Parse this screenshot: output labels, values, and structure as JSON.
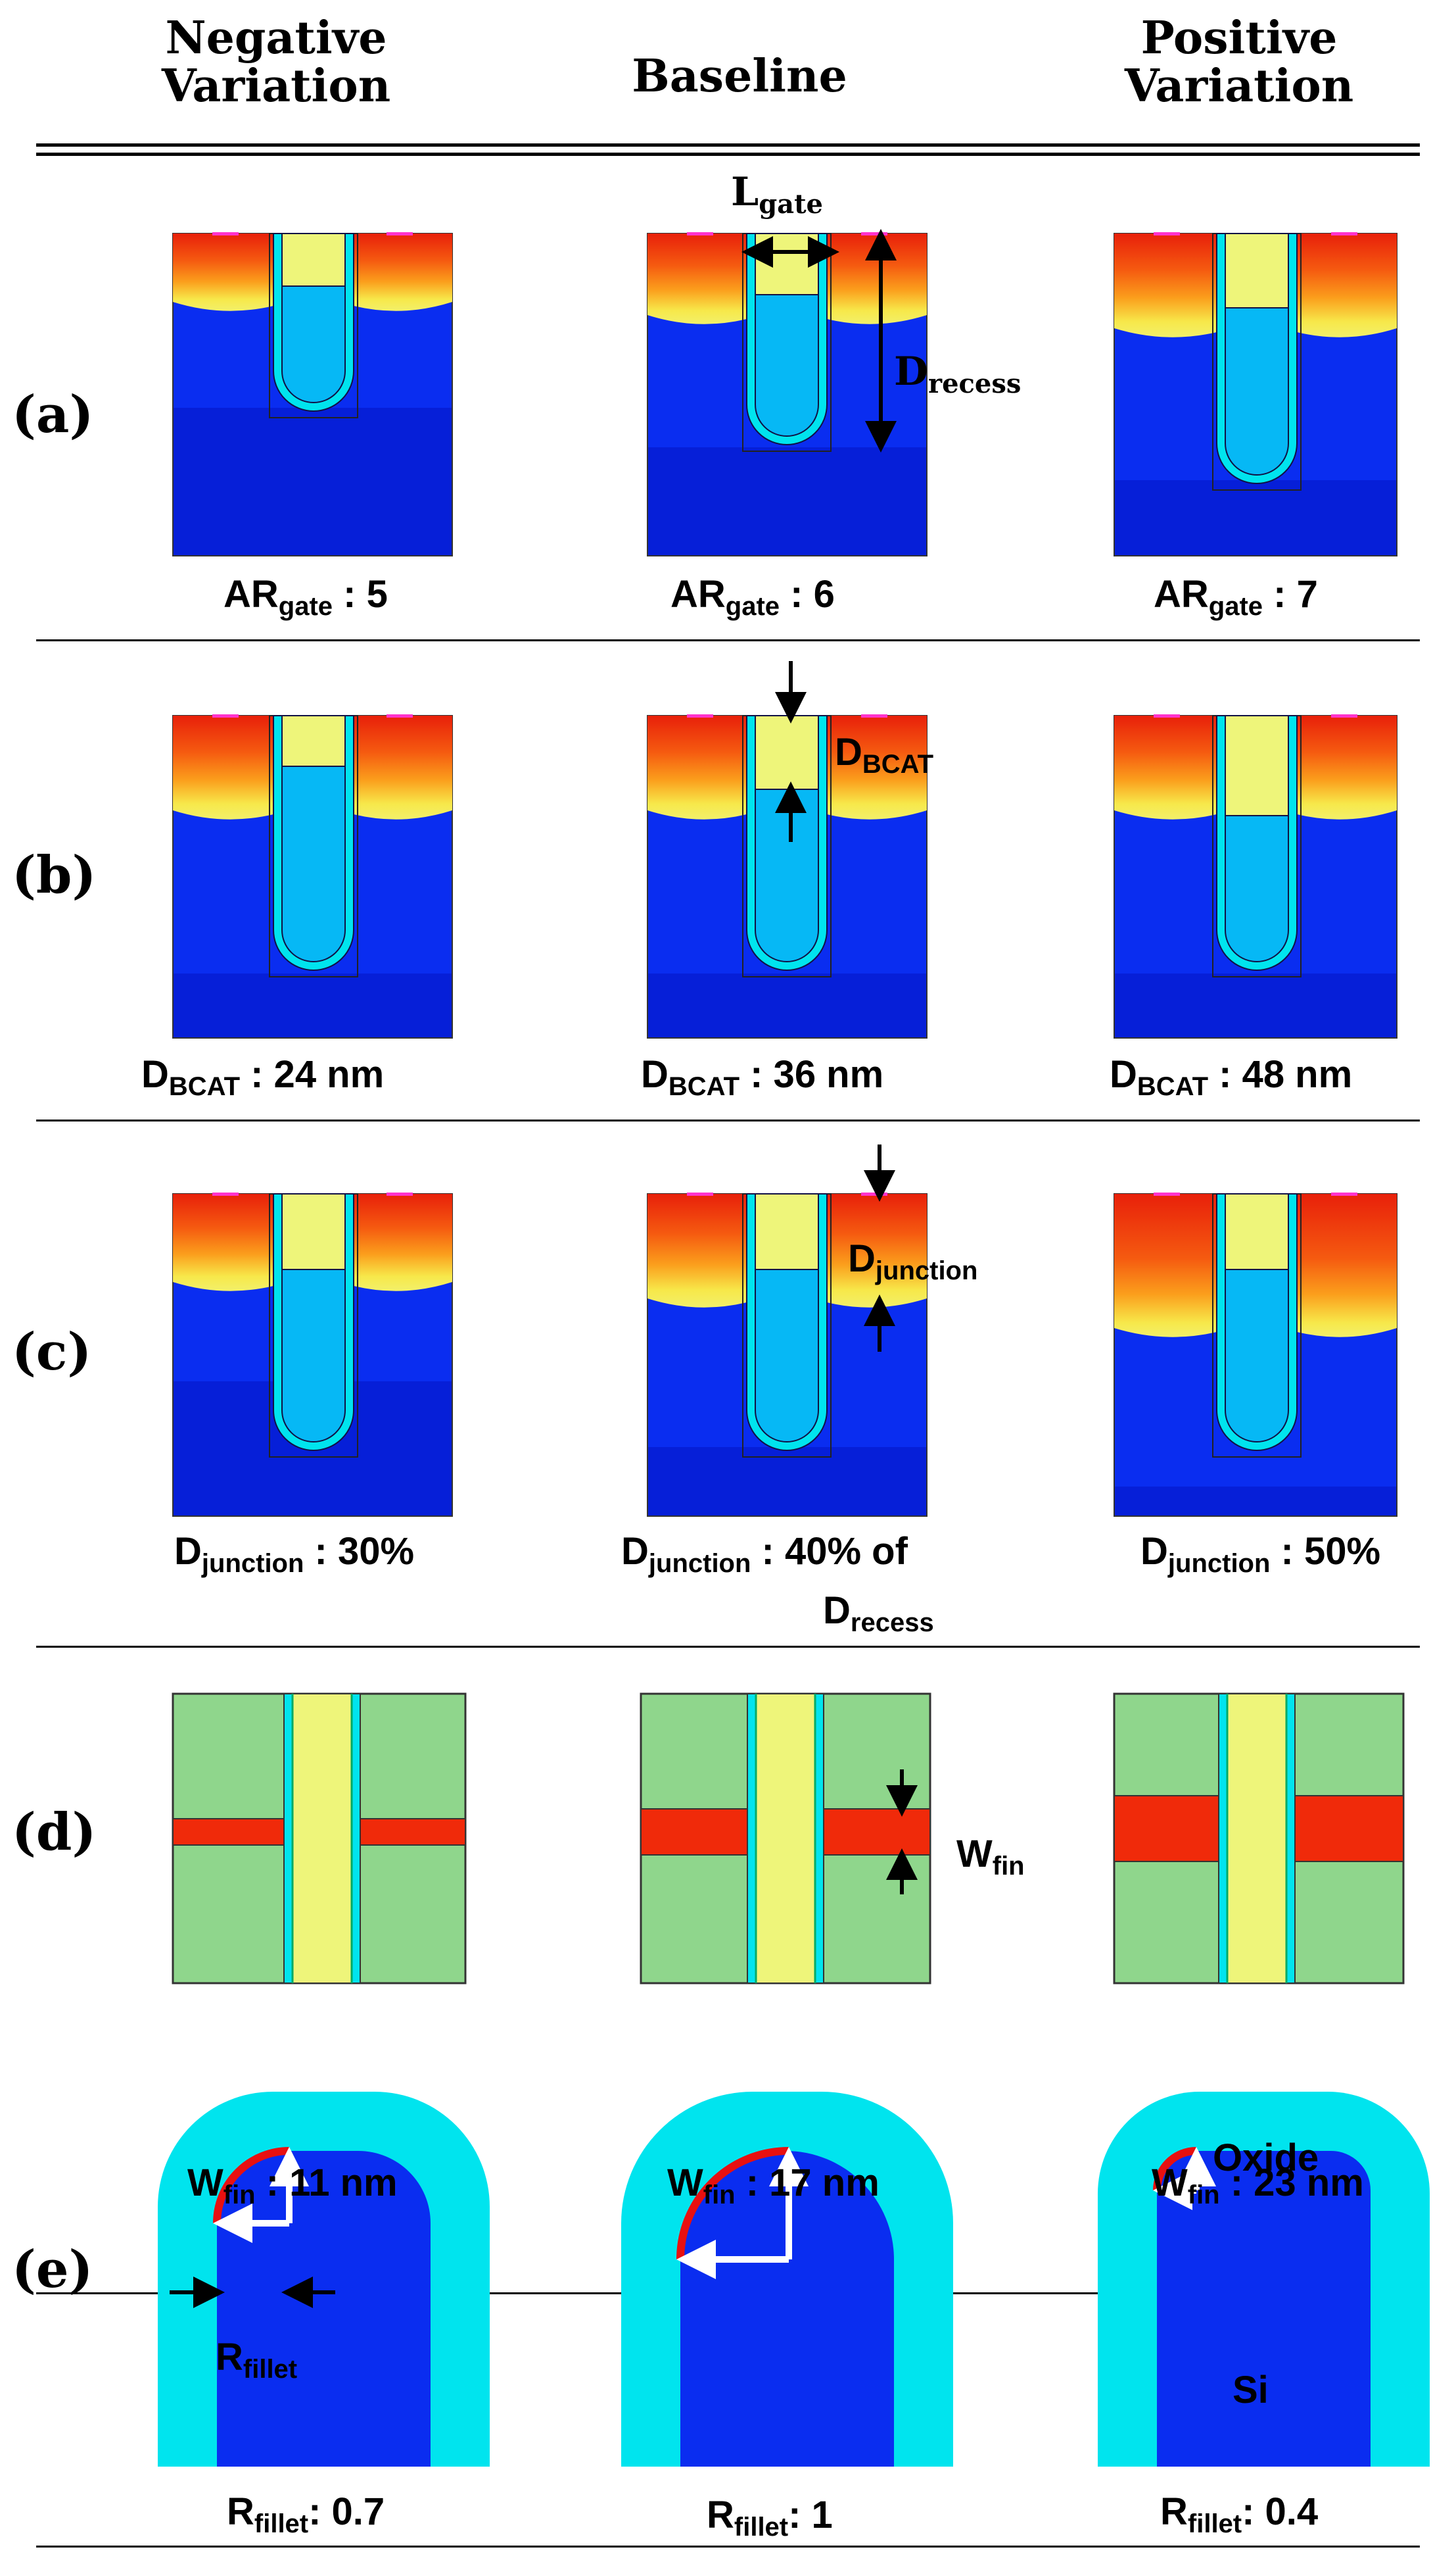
{
  "header": {
    "negative_line1": "Negative",
    "negative_line2": "Variation",
    "baseline": "Baseline",
    "positive_line1": "Positive",
    "positive_line2": "Variation"
  },
  "rows": {
    "a": {
      "label": "(a)",
      "annotations": {
        "lgate_main": "L",
        "lgate_sub": "gate",
        "drecess_main": "D",
        "drecess_sub": "recess"
      },
      "captions": [
        {
          "main": "AR",
          "sub": "gate",
          "value": " : 5"
        },
        {
          "main": "AR",
          "sub": "gate",
          "value": " : 6"
        },
        {
          "main": "AR",
          "sub": "gate",
          "value": " : 7"
        }
      ]
    },
    "b": {
      "label": "(b)",
      "annotations": {
        "dbcat_main": "D",
        "dbcat_sub": "BCAT"
      },
      "captions": [
        {
          "main": "D",
          "sub": "BCAT",
          "value": " : 24 nm"
        },
        {
          "main": "D",
          "sub": "BCAT",
          "value": " : 36 nm"
        },
        {
          "main": "D",
          "sub": "BCAT",
          "value": " : 48 nm"
        }
      ]
    },
    "c": {
      "label": "(c)",
      "annotations": {
        "djunction_main": "D",
        "djunction_sub": "junction"
      },
      "captions": [
        {
          "main": "D",
          "sub": "junction",
          "value": " : 30%"
        },
        {
          "main": "D",
          "sub": "junction",
          "value": " : 40% of"
        },
        {
          "main": "D",
          "sub": "junction",
          "value": " : 50%"
        }
      ],
      "caption_second_line": {
        "main": "D",
        "sub": "recess"
      }
    },
    "d": {
      "label": "(d)",
      "annotations": {
        "wfin_main": "W",
        "wfin_sub": "fin"
      },
      "captions": [
        {
          "main": "W",
          "sub": "fin",
          "value": " : 11 nm"
        },
        {
          "main": "W",
          "sub": "fin",
          "value": " : 17 nm"
        },
        {
          "main": "W",
          "sub": "fin",
          "value": " : 23 nm"
        }
      ]
    },
    "e": {
      "label": "(e)",
      "annotations": {
        "rfillet_main": "R",
        "rfillet_sub": "fillet",
        "oxide": "Oxide",
        "si": "Si"
      },
      "captions": [
        {
          "main": "R",
          "sub": "fillet",
          "value": ": 0.7"
        },
        {
          "main": "R",
          "sub": "fillet",
          "value": ": 1"
        },
        {
          "main": "R",
          "sub": "fillet",
          "value": ": 0.4"
        }
      ]
    }
  },
  "colors": {
    "substrate": "#0a2df0",
    "substrate_deep": "#061fd8",
    "liner": "#00e4ee",
    "gate_cyan": "#06b8f5",
    "gate_yellow": "#eef57a",
    "junction_red": "#f02a0a",
    "junction_orange": "#fb8a14",
    "junction_yellow": "#f7e84a",
    "fin_green": "#8fd68c",
    "fin_red": "#f02a0a",
    "fillet_red": "#e81010"
  }
}
